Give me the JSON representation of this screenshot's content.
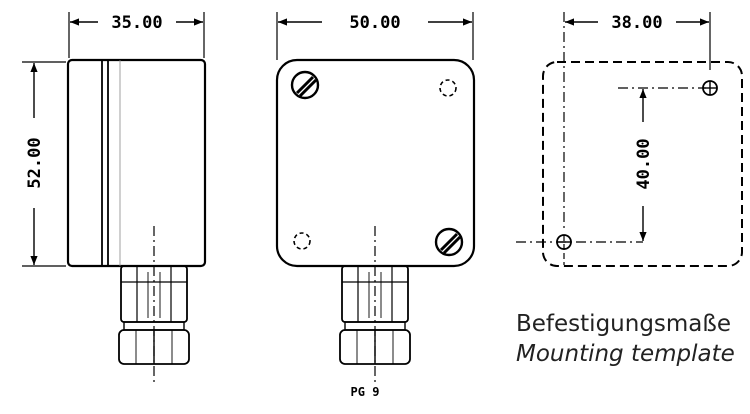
{
  "dimensions": {
    "side_width": "35.00",
    "side_height": "52.00",
    "front_width": "50.00",
    "template_width": "38.00",
    "template_height": "40.00"
  },
  "gland_label": "PG 9",
  "caption": {
    "german": "Befestigungsmaße",
    "english": "Mounting template"
  }
}
